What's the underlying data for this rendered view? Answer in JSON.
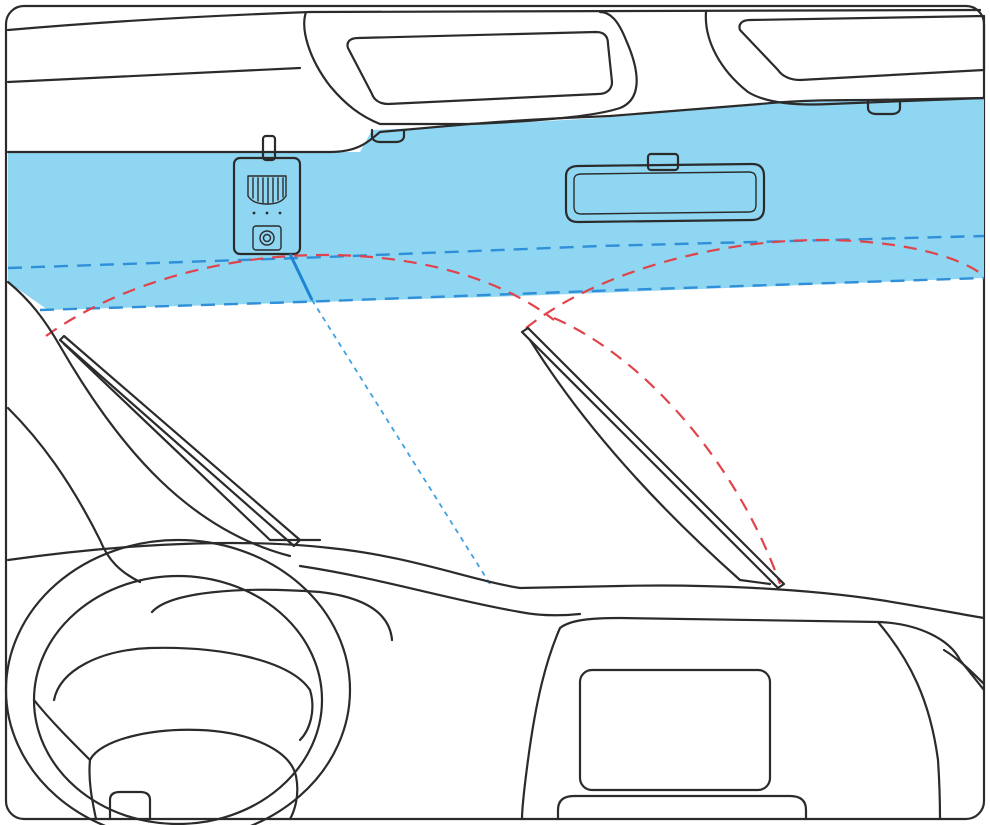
{
  "colors": {
    "zone_fill": "#8fd6f2",
    "outline": "#2b2b2b",
    "camera_axis_blue": "#2f8fd8",
    "wiper_sweep_red": "#e0434a",
    "background": "#ffffff"
  },
  "elements": {
    "camera": "dash-cam",
    "mirror": "rear-view-mirror",
    "mount_zone": "windshield-mount-zone",
    "wipers": [
      "left-wiper",
      "right-wiper"
    ],
    "dashboard": "dashboard",
    "steering_wheel": "steering-wheel"
  }
}
